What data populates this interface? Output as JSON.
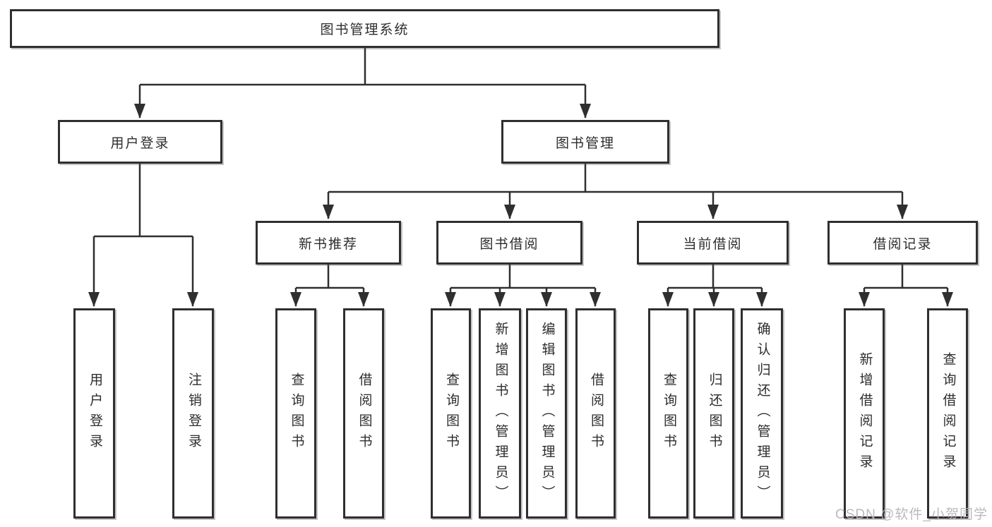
{
  "diagram": {
    "type": "hierarchy-tree",
    "title": "图书管理系统",
    "colors": {
      "background": "#ffffff",
      "line": "#333333",
      "box_border": "#2f2f2f",
      "text": "#2d2d2d",
      "watermark": "#b5b5b5"
    }
  },
  "nodes": {
    "root": {
      "label": "图书管理系统"
    },
    "level2": [
      {
        "label": "用户登录",
        "parent": "图书管理系统"
      },
      {
        "label": "图书管理",
        "parent": "图书管理系统"
      }
    ],
    "level3": [
      {
        "label": "新书推荐",
        "parent": "图书管理"
      },
      {
        "label": "图书借阅",
        "parent": "图书管理"
      },
      {
        "label": "当前借阅",
        "parent": "图书管理"
      },
      {
        "label": "借阅记录",
        "parent": "图书管理"
      }
    ],
    "leaves": [
      {
        "label": "用户登录",
        "parent": "用户登录"
      },
      {
        "label": "注销登录",
        "parent": "用户登录"
      },
      {
        "label": "查询图书",
        "parent": "新书推荐"
      },
      {
        "label": "借阅图书",
        "parent": "新书推荐"
      },
      {
        "label": "查询图书",
        "parent": "图书借阅"
      },
      {
        "label": "新增图书（管理员）",
        "parent": "图书借阅"
      },
      {
        "label": "编辑图书（管理员）",
        "parent": "图书借阅"
      },
      {
        "label": "借阅图书",
        "parent": "图书借阅"
      },
      {
        "label": "查询图书",
        "parent": "当前借阅"
      },
      {
        "label": "归还图书",
        "parent": "当前借阅"
      },
      {
        "label": "确认归还（管理员）",
        "parent": "当前借阅"
      },
      {
        "label": "新增借阅记录",
        "parent": "借阅记录"
      },
      {
        "label": "查询借阅记录",
        "parent": "借阅记录"
      }
    ]
  },
  "watermark": {
    "text": "CSDN @软件_小贺同学"
  }
}
